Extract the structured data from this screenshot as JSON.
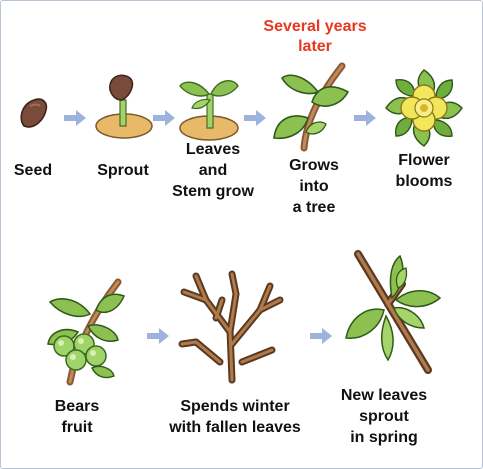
{
  "note": {
    "line1": "Several years",
    "line2": "later"
  },
  "stages": [
    {
      "lines": [
        "Seed"
      ]
    },
    {
      "lines": [
        "Sprout"
      ]
    },
    {
      "lines": [
        "Leaves",
        "and",
        "Stem grow"
      ]
    },
    {
      "lines": [
        "Grows",
        "into",
        "a tree"
      ]
    },
    {
      "lines": [
        "Flower",
        "blooms"
      ]
    },
    {
      "lines": [
        "Bears",
        "fruit"
      ]
    },
    {
      "lines": [
        "Spends winter",
        "with fallen leaves"
      ]
    },
    {
      "lines": [
        "New leaves",
        "sprout",
        "in spring"
      ]
    }
  ],
  "colors": {
    "arrow": "#9db3dd",
    "leaf": "#8cc152",
    "leaf_dark": "#5e9a2d",
    "branch": "#a0704a",
    "soil": "#e9b96a",
    "seed": "#7a4a3a",
    "petal": "#f4e65a",
    "fruit": "#9ed46a",
    "note": "#e8381f"
  }
}
